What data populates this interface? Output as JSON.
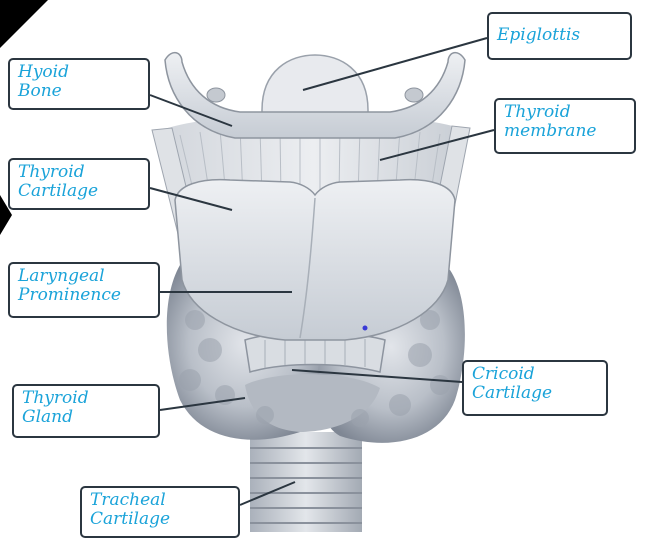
{
  "labels": {
    "hyoid_bone": "Hyoid\n   Bone",
    "thyroid_cartilage": "Thyroid\n  Cartilage",
    "laryngeal_prominence": "Laryngeal\nProminence",
    "thyroid_gland": "Thyroid\n   Gland",
    "tracheal_cartilage": "Tracheal\n   Cartilage",
    "epiglottis": "Epiglottis",
    "thyroid_membrane": "Thyroid\n    membrane",
    "cricoid_cartilage": "Cricoid\n  Cartilage"
  },
  "colors": {
    "label_text": "#1aa3d9",
    "label_border": "#2b3640",
    "leader_line": "#2b3640",
    "tissue": "#c9ced6"
  }
}
